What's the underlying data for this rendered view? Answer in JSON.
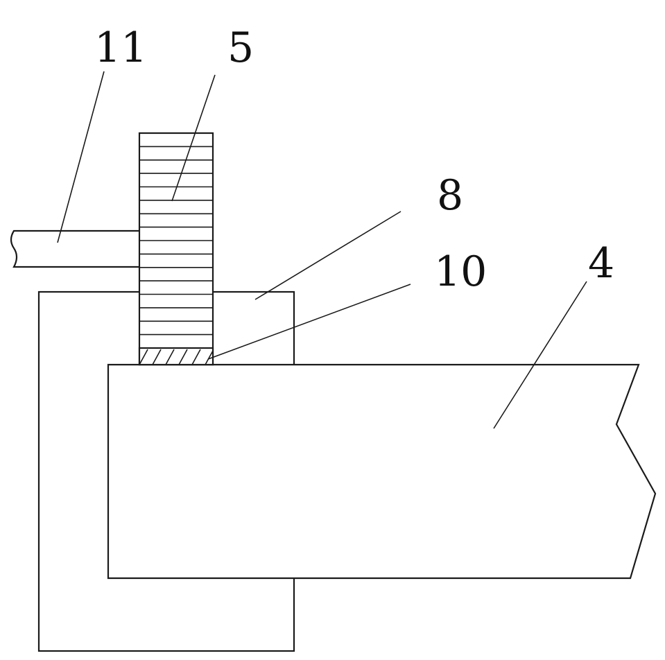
{
  "labels": {
    "rod": "11",
    "column": "5",
    "housing": "8",
    "pad": "10",
    "plate": "4"
  }
}
